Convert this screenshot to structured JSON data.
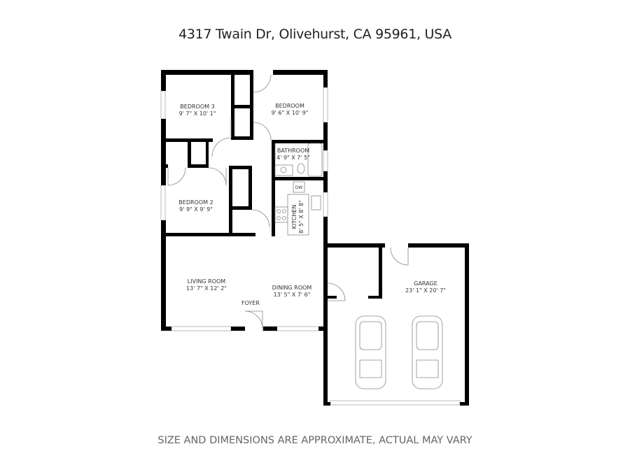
{
  "header": {
    "address": "4317 Twain Dr, Olivehurst, CA 95961, USA"
  },
  "rooms": [
    {
      "name": "BEDROOM 3",
      "size": "9' 7\" X 10' 1\""
    },
    {
      "name": "BEDROOM",
      "size": "9' 6\" X 10' 9\""
    },
    {
      "name": "BATHROOM",
      "size": "4' 9\" X 7' 5\""
    },
    {
      "name": "BEDROOM 2",
      "size": "9' 9\" X 9' 9\""
    },
    {
      "name": "KITCHEN",
      "size": "8' 5\" X 8' 8\""
    },
    {
      "name": "LIVING ROOM",
      "size": "13' 7\" X 12' 2\""
    },
    {
      "name": "DINING ROOM",
      "size": "13' 5\" X 7' 6\""
    },
    {
      "name": "FOYER"
    },
    {
      "name": "GARAGE",
      "size": "23' 1\" X 20' 7\""
    }
  ],
  "appliances": {
    "dishwasher": "DW"
  },
  "footer": {
    "disclaimer": "SIZE AND DIMENSIONS ARE APPROXIMATE, ACTUAL MAY VARY"
  }
}
